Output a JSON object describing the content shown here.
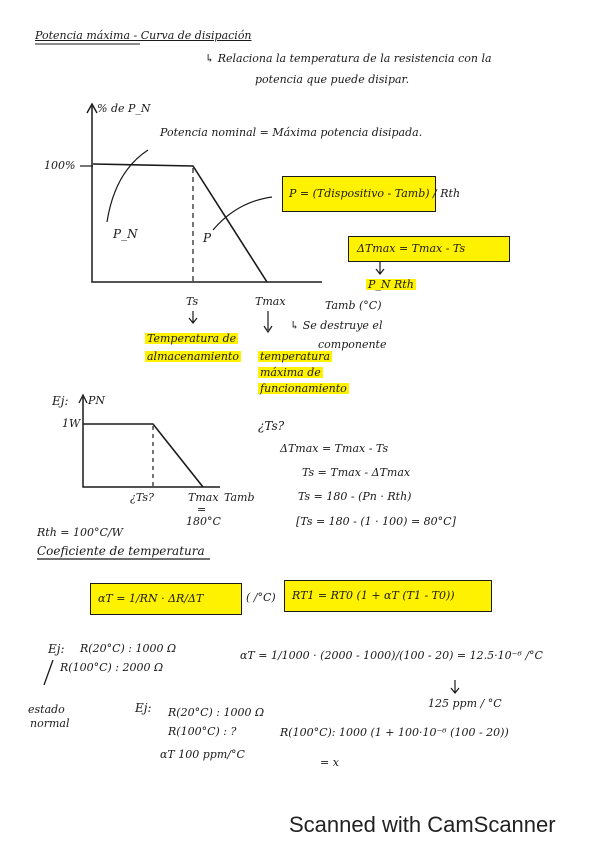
{
  "header": {
    "title": "Potencia máxima - Curva de disipación",
    "desc_line1": "↳ Relaciona la temperatura de la resistencia con la",
    "desc_line2": "potencia que puede disipar."
  },
  "graph1": {
    "y_label": "% de P_N",
    "y_tick": "100%",
    "pn": "P_N",
    "p": "P",
    "potencia_nominal": "Potencia nominal = Máxima potencia disipada.",
    "x_ts": "Ts",
    "x_tmax": "Tmax",
    "x_axis": "Tamb (°C)",
    "formula_p": "P = (Tdispositivo - Tamb) / Rth",
    "formula_dt": "ΔTmax = Tmax - Ts",
    "pn_rth": "P_N Rth",
    "ts_desc_1": "Temperatura de",
    "ts_desc_2": "almacenamiento",
    "tmax_desc_1": "temperatura",
    "tmax_desc_2": "máxima de",
    "tmax_desc_3": "funcionamiento",
    "destruye_1": "↳ Se destruye el",
    "destruye_2": "componente"
  },
  "example1": {
    "ej": "Ej:",
    "y_label": "PN",
    "y_tick": "1W",
    "x_ts": "¿Ts?",
    "x_tmax": "Tmax",
    "x_eq": "=",
    "x_tmax_val": "180°C",
    "x_axis": "Tamb",
    "rth": "Rth = 100°C/W",
    "q": "¿Ts?",
    "l1": "ΔTmax = Tmax - Ts",
    "l2": "Ts = Tmax - ΔTmax",
    "l3": "Ts = 180 - (Pn · Rth)",
    "l4": "[Ts = 180 - (1 · 100) = 80°C]"
  },
  "coef": {
    "title": "Coeficiente de temperatura",
    "formula_alpha": "αT = 1/RN · ΔR/ΔT",
    "unit": "( /°C)",
    "formula_rt": "RT1 = RT0 (1 + αT (T1 - T0))"
  },
  "example2": {
    "ej": "Ej:",
    "r20": "R(20°C) : 1000 Ω",
    "r100": "R(100°C) : 2000 Ω",
    "calc": "αT = 1/1000 · (2000 - 1000)/(100 - 20) = 12.5·10⁻⁶ /°C",
    "ppm": "125 ppm / °C",
    "estado_1": "estado",
    "estado_2": "normal"
  },
  "example3": {
    "ej": "Ej:",
    "r20": "R(20°C) : 1000 Ω",
    "r100": "R(100°C) : ?",
    "alpha": "αT 100 ppm/°C",
    "calc": "R(100°C): 1000 (1 + 100·10⁻⁶ (100 - 20))",
    "result": "= x"
  },
  "footer": {
    "scanner": "Scanned with CamScanner"
  }
}
